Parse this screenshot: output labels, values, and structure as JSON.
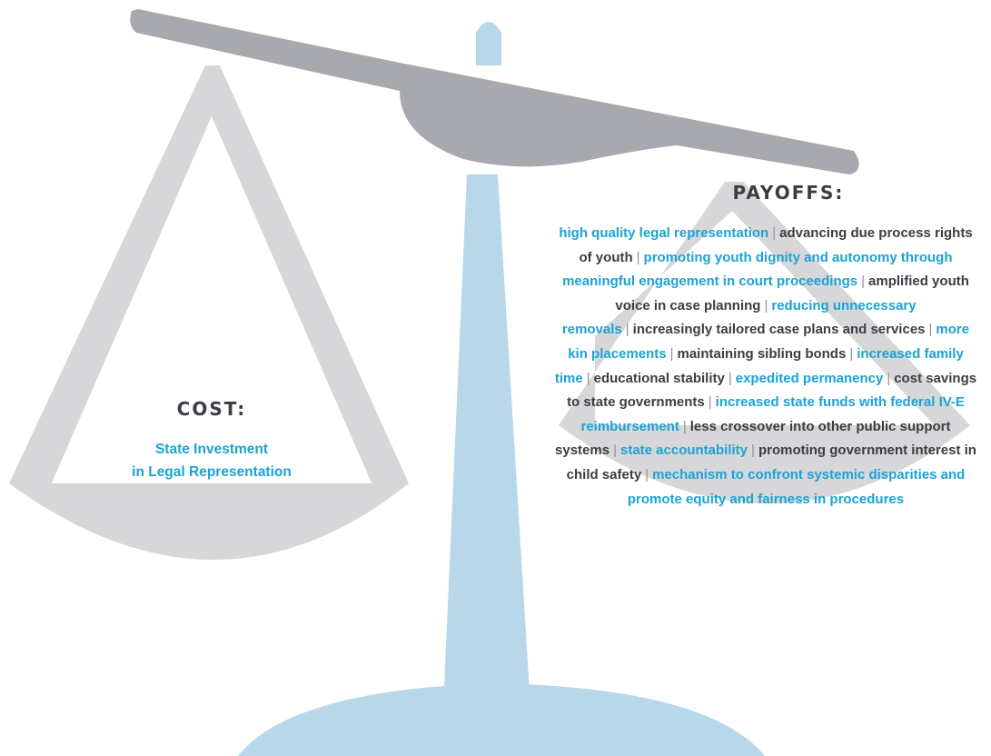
{
  "colors": {
    "beam": "#a8a9ae",
    "pan": "#d7d7d9",
    "stand": "#b8d8ea",
    "highlight_text": "#1aa3d4",
    "dark_text": "#3a3d44"
  },
  "cost": {
    "heading": "COST:",
    "lines": [
      "State Investment",
      "in Legal Representation"
    ]
  },
  "payoffs": {
    "heading": "PAYOFFS:",
    "items": [
      {
        "text": "high quality legal representation",
        "highlight": true
      },
      {
        "text": "advancing due process rights of youth",
        "highlight": false
      },
      {
        "text": "promoting youth dignity and autonomy through meaningful engagement in court proceedings",
        "highlight": true
      },
      {
        "text": "amplified youth voice in case planning",
        "highlight": false
      },
      {
        "text": "reducing unnecessary removals",
        "highlight": true
      },
      {
        "text": "increasingly tailored case plans and services",
        "highlight": false
      },
      {
        "text": "more kin placements",
        "highlight": true
      },
      {
        "text": "maintaining sibling bonds",
        "highlight": false
      },
      {
        "text": "increased family time",
        "highlight": true
      },
      {
        "text": "educational stability",
        "highlight": false
      },
      {
        "text": "expedited permanency",
        "highlight": true
      },
      {
        "text": "cost savings to state governments",
        "highlight": false
      },
      {
        "text": "increased state funds with federal IV-E reimbursement",
        "highlight": true
      },
      {
        "text": "less crossover into other public support systems",
        "highlight": false
      },
      {
        "text": "state accountability",
        "highlight": true
      },
      {
        "text": "promoting government interest in child safety",
        "highlight": false
      },
      {
        "text": "mechanism to confront systemic disparities and promote equity and fairness in procedures",
        "highlight": true
      }
    ]
  }
}
